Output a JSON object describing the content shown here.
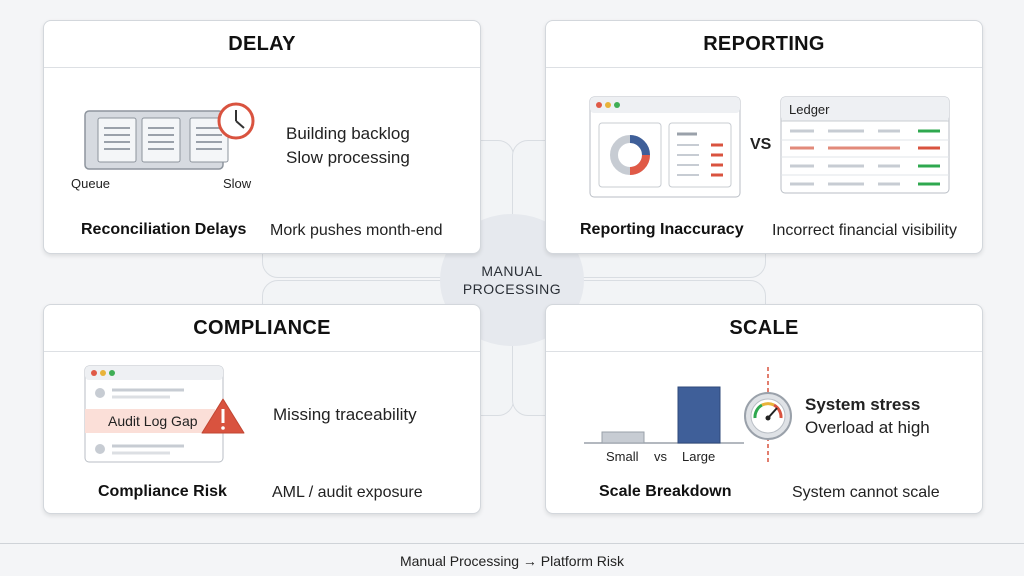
{
  "center": {
    "line1": "MANUAL",
    "line2": "PROCESSING"
  },
  "cards": {
    "delay": {
      "title": "DELAY",
      "lines": [
        "Building backlog",
        "Slow processing"
      ],
      "queue_label": "Queue",
      "slow_label": "Slow",
      "footer_title": "Reconciliation Delays",
      "footer_text": "Mork pushes month-end"
    },
    "reporting": {
      "title": "REPORTING",
      "vs_label": "VS",
      "ledger_label": "Ledger",
      "footer_title": "Reporting Inaccuracy",
      "footer_text": "Incorrect financial visibility"
    },
    "compliance": {
      "title": "COMPLIANCE",
      "gap_label": "Audit Log Gap",
      "side_text": "Missing traceability",
      "footer_title": "Compliance Risk",
      "footer_text": "AML / audit exposure"
    },
    "scale": {
      "title": "SCALE",
      "small_label": "Small",
      "vs_label": "vs",
      "large_label": "Large",
      "stress_title": "System stress",
      "stress_text": "Overload at high",
      "footer_title": "Scale Breakdown",
      "footer_text": "System cannot scale"
    }
  },
  "bottom_caption": "Manual Processing → Platform Risk",
  "colors": {
    "red": "#d9533f",
    "green": "#2fa84f",
    "navy": "#3f5f99",
    "gray": "#c7ccd3"
  }
}
